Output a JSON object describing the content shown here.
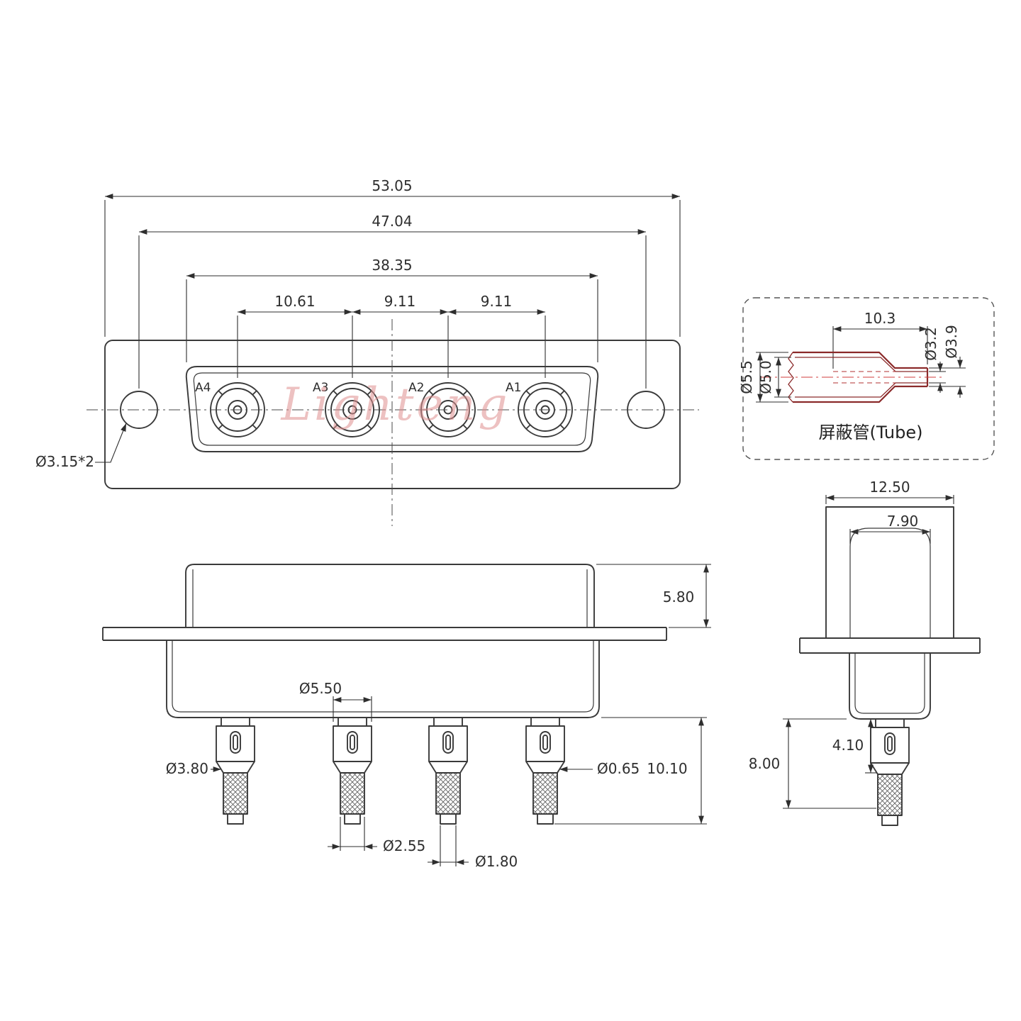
{
  "drawing": {
    "watermark": "Lighteng"
  },
  "front_view": {
    "dim_total_width": "53.05",
    "dim_hole_span": "47.04",
    "dim_shell_width": "38.35",
    "dim_pitch_a4_a3": "10.61",
    "dim_pitch_a3_a2": "9.11",
    "dim_pitch_a2_a1": "9.11",
    "dim_mount_hole": "Ø3.15*2",
    "contact_labels": [
      "A4",
      "A3",
      "A2",
      "A1"
    ]
  },
  "tube_detail": {
    "title": "屏蔽管(Tube)",
    "dim_length": "10.3",
    "dim_bore_small": "Ø3.2",
    "dim_od_small": "Ø3.9",
    "dim_od_large": "Ø5.5",
    "dim_bore_large": "Ø5.0"
  },
  "side_view": {
    "dim_shell_height": "5.80",
    "dim_insulator_od": "Ø5.50",
    "dim_contact_od": "Ø3.80",
    "dim_pin_od": "Ø0.65",
    "dim_tail_length": "10.10",
    "dim_crimp_od": "Ø2.55",
    "dim_tip_od": "Ø1.80"
  },
  "end_view": {
    "dim_width": "12.50",
    "dim_inner_width": "7.90",
    "dim_tail_length": "8.00",
    "dim_barrel_length": "4.10"
  },
  "colors": {
    "line": "#3a3a3a",
    "dimension": "#2e2e2e",
    "tube_outline": "#8b2a2a",
    "tube_centerline": "#d23c3c",
    "watermark": "#e09090"
  }
}
